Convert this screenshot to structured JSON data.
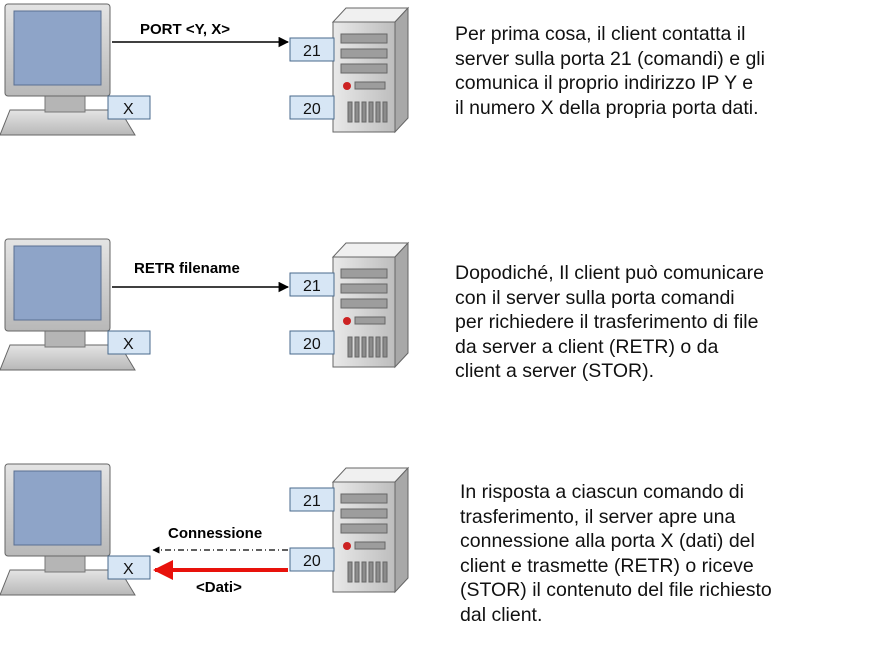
{
  "steps": [
    {
      "command": "PORT <Y, X>",
      "client_port": "X",
      "server_ports": [
        "21",
        "20"
      ],
      "description": "Per prima cosa, il client contatta il\nserver sulla porta 21 (comandi) e gli\ncomunica il proprio indirizzo IP Y e\nil numero X della propria porta dati."
    },
    {
      "command": "RETR filename",
      "client_port": "X",
      "server_ports": [
        "21",
        "20"
      ],
      "description": "Dopodiché, Il client può comunicare\ncon il server sulla porta comandi\nper richiedere il trasferimento di file\nda server a client (RETR) o da\nclient a server (STOR)."
    },
    {
      "connection_label": "Connessione",
      "data_label": "<Dati>",
      "client_port": "X",
      "server_ports": [
        "21",
        "20"
      ],
      "description": "In risposta a ciascun comando di\ntrasferimento, il server apre una\nconnessione alla porta X (dati) del\nclient e trasmette (RETR) o riceve\n(STOR) il contenuto del file richiesto\ndal client."
    }
  ],
  "colors": {
    "monitor_screen": "#8ea4c8",
    "monitor_body": "#cfcfcf",
    "port_box": "#d7e6f5",
    "data_arrow": "#e8120c",
    "server_led": "#cc2222"
  }
}
